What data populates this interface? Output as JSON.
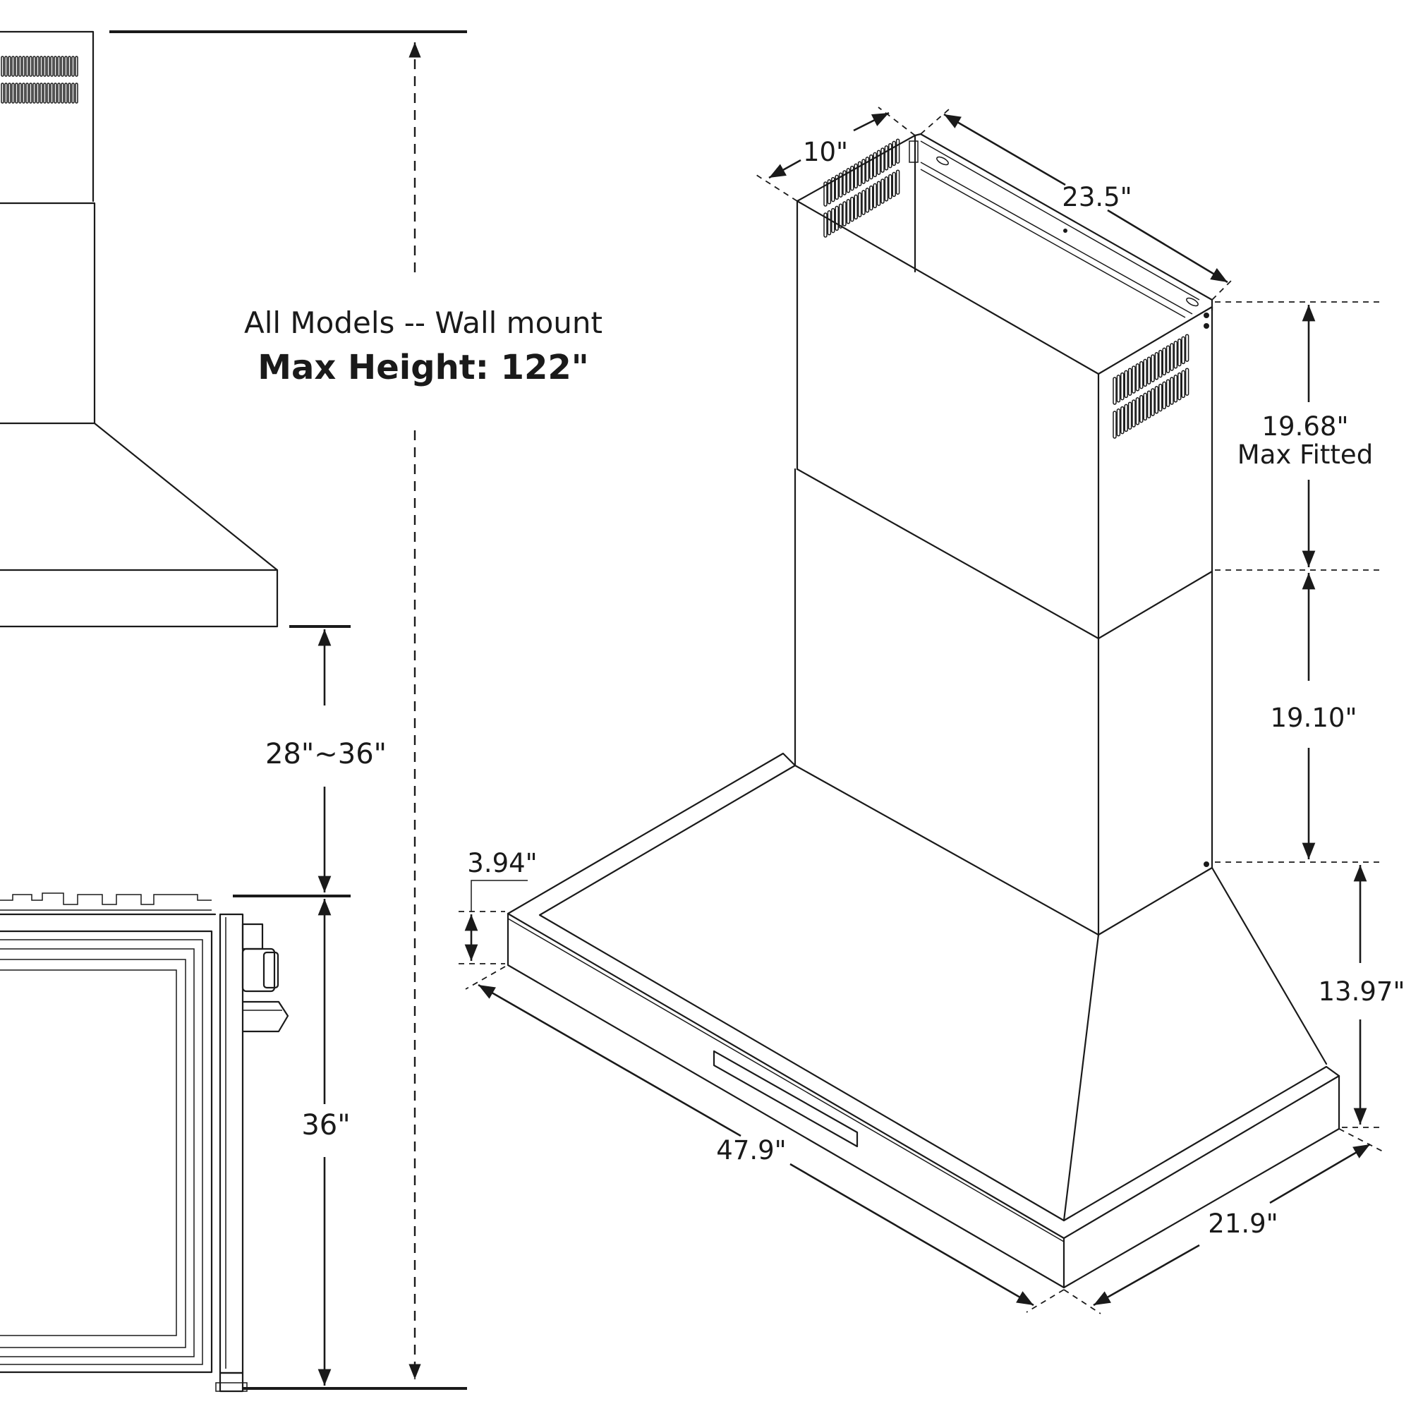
{
  "title": {
    "line1": "All Models -- Wall mount",
    "line2": "Max Height:  122\""
  },
  "dimensions": {
    "clearance": "28\"~36\"",
    "counter_height": "36\"",
    "depth_top": "10\"",
    "width_top": "23.5\"",
    "upper_chimney": "19.68\"",
    "upper_chimney_note": "Max Fitted",
    "lower_chimney": "19.10\"",
    "hood_body": "13.97\"",
    "canopy_edge": "3.94\"",
    "hood_width": "47.9\"",
    "hood_depth": "21.9\""
  }
}
